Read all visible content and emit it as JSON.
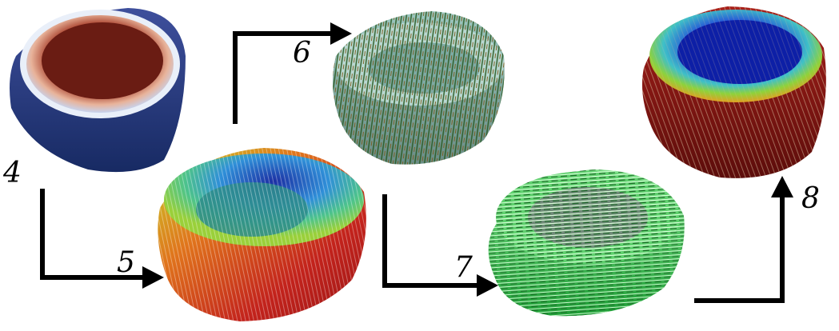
{
  "steps": [
    {
      "label": "4",
      "content": "ventricle-shape-with-scalar-field"
    },
    {
      "label": "5",
      "content": "ventricle-with-rainbow-vector-glyphs"
    },
    {
      "label": "6",
      "content": "ventricle-with-dark-green-fibers"
    },
    {
      "label": "7",
      "content": "ventricle-with-green-streamlines"
    },
    {
      "label": "8",
      "content": "ventricle-with-blue-to-red-fiber-field"
    }
  ],
  "colors": {
    "scalar_outer": "#1f2f6e",
    "scalar_inner": "#7a1f16",
    "rim_light": "#f0d8c8",
    "fiber_green": "#2e6b2a",
    "streamline_green": "#2fbf45",
    "glyph_low": "#1b2fa8",
    "glyph_high": "#c0181a",
    "arrow": "#000000"
  }
}
